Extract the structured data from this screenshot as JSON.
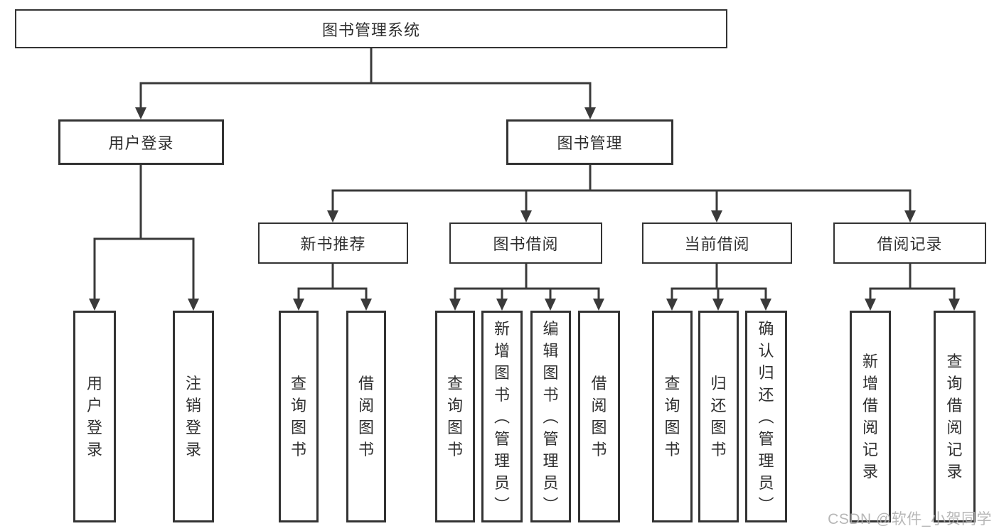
{
  "diagram": {
    "title": "图书管理系统",
    "hierarchy": {
      "root": "图书管理系统",
      "children": [
        {
          "label": "用户登录",
          "children": [
            "用户登录",
            "注销登录"
          ]
        },
        {
          "label": "图书管理",
          "children": [
            {
              "label": "新书推荐",
              "children": [
                "查询图书",
                "借阅图书"
              ]
            },
            {
              "label": "图书借阅",
              "children": [
                "查询图书",
                "新增图书（管理员）",
                "编辑图书（管理员）",
                "借阅图书"
              ]
            },
            {
              "label": "当前借阅",
              "children": [
                "查询图书",
                "归还图书",
                "确认归还（管理员）"
              ]
            },
            {
              "label": "借阅记录",
              "children": [
                "新增借阅记录",
                "查询借阅记录"
              ]
            }
          ]
        }
      ]
    },
    "nodes": {
      "root": {
        "label": "图书管理系统"
      },
      "user_login": {
        "label": "用户登录"
      },
      "book_mgmt": {
        "label": "图书管理"
      },
      "new_books": {
        "label": "新书推荐"
      },
      "book_borrow": {
        "label": "图书借阅"
      },
      "current_borrow": {
        "label": "当前借阅"
      },
      "borrow_records": {
        "label": "借阅记录"
      },
      "leaf_user_login": {
        "label": "用户登录"
      },
      "leaf_logout": {
        "label": "注销登录"
      },
      "leaf_nb_query": {
        "label": "查询图书"
      },
      "leaf_nb_borrow": {
        "label": "借阅图书"
      },
      "leaf_bb_query": {
        "label": "查询图书"
      },
      "leaf_bb_add": {
        "label": "新增图书（管理员）"
      },
      "leaf_bb_edit": {
        "label": "编辑图书（管理员）"
      },
      "leaf_bb_borrow": {
        "label": "借阅图书"
      },
      "leaf_cb_query": {
        "label": "查询图书"
      },
      "leaf_cb_return": {
        "label": "归还图书"
      },
      "leaf_cb_confirm": {
        "label": "确认归还（管理员）"
      },
      "leaf_br_add": {
        "label": "新增借阅记录"
      },
      "leaf_br_query": {
        "label": "查询借阅记录"
      }
    },
    "watermark": {
      "text": "CSDN @软件_小贺同学"
    },
    "colors": {
      "line": "#3a3a3a",
      "box_border": "#333333",
      "text": "#2f2f2f",
      "watermark": "#ababab",
      "background": "#ffffff"
    }
  }
}
